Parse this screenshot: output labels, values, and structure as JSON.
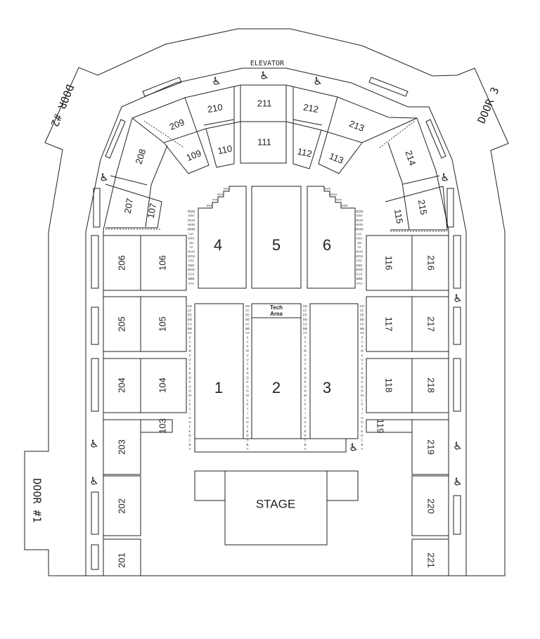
{
  "labels": {
    "elevator": "ELEVATOR",
    "door1": "DOOR #1",
    "door2": "DOOR #2",
    "door3": "DOOR 3",
    "stage": "STAGE",
    "tech_area_line1": "Tech",
    "tech_area_line2": "Area"
  },
  "sections": {
    "s1": "1",
    "s2": "2",
    "s3": "3",
    "s4": "4",
    "s5": "5",
    "s6": "6",
    "s103": "103",
    "s104": "104",
    "s105": "105",
    "s106": "106",
    "s107": "107",
    "s109": "109",
    "s110": "110",
    "s111": "111",
    "s112": "112",
    "s113": "113",
    "s115": "115",
    "s116": "116",
    "s117": "117",
    "s118": "118",
    "s119": "119",
    "s201": "201",
    "s202": "202",
    "s203": "203",
    "s204": "204",
    "s205": "205",
    "s206": "206",
    "s207": "207",
    "s208": "208",
    "s209": "209",
    "s210": "210",
    "s211": "211",
    "s212": "212",
    "s213": "213",
    "s214": "214",
    "s215": "215",
    "s216": "216",
    "s217": "217",
    "s218": "218",
    "s219": "219",
    "s220": "220",
    "s221": "221"
  },
  "rows_orchestra": [
    "GG",
    "FF",
    "EE",
    "DD",
    "CC",
    "BB",
    "AA",
    "Z",
    "Y",
    "X",
    "W",
    "V",
    "U",
    "T",
    "S",
    "R",
    "Q",
    "P",
    "O",
    "N",
    "M",
    "L",
    "K",
    "J",
    "I",
    "H",
    "G",
    "F",
    "E",
    "D",
    "C",
    "B",
    "A"
  ],
  "rows_mezzanine": [
    "QQQ",
    "PPP",
    "OOO",
    "NNN",
    "MMM",
    "LLL",
    "KKK",
    "JJJ",
    "III",
    "HHH",
    "GGG",
    "FFF",
    "EEE",
    "DDD",
    "CCC",
    "BBB",
    "AAA"
  ],
  "rows_steps": [
    "VVV",
    "UUU",
    "TTT",
    "SSS"
  ],
  "icons": {
    "accessible": "wheelchair-icon",
    "glyph": "♿"
  }
}
